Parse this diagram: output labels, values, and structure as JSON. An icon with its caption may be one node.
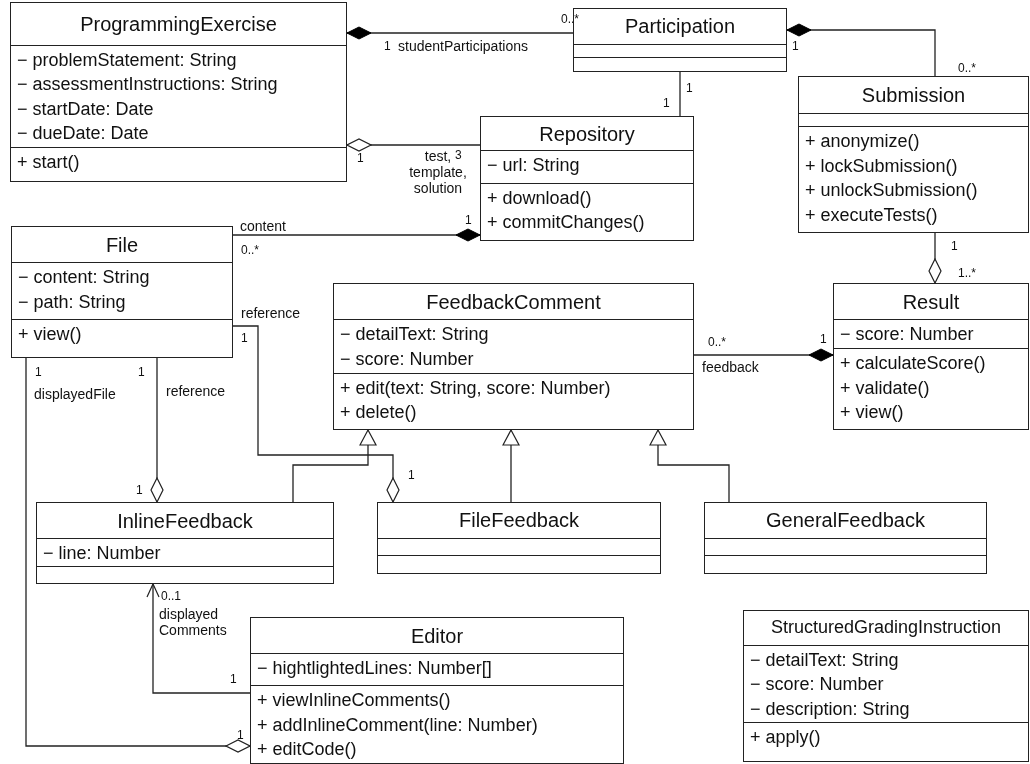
{
  "diagram": {
    "nodes": [
      {
        "text": [
          "ProgrammingExercise",
          "− problemStatement: String",
          "− assessmentInstructions: String",
          "− startDate: Date",
          "− dueDate: Date",
          "+ start()"
        ]
      },
      {
        "text": [
          "Participation"
        ]
      },
      {
        "text": [
          "Submission",
          "+ anonymize()",
          "+ lockSubmission()",
          "+ unlockSubmission()",
          "+ executeTests()"
        ]
      },
      {
        "text": [
          "Repository",
          "− url: String",
          "+ download()",
          "+ commitChanges()"
        ]
      },
      {
        "text": [
          "File",
          "− content: String",
          "− path: String",
          "+ view()"
        ]
      },
      {
        "text": [
          "FeedbackComment",
          "− detailText: String",
          "− score: Number",
          "+ edit(text: String, score: Number)",
          "+ delete()"
        ]
      },
      {
        "text": [
          "Result",
          "− score: Number",
          "+ calculateScore()",
          "+ validate()",
          "+ view()"
        ]
      },
      {
        "text": [
          "InlineFeedback",
          "− line: Number"
        ]
      },
      {
        "text": [
          "FileFeedback"
        ]
      },
      {
        "text": [
          "GeneralFeedback"
        ]
      },
      {
        "text": [
          "Editor",
          "− hightlightedLines: Number[]",
          "+ viewInlineComments()",
          "+ addInlineComment(line: Number)",
          "+ editCode()"
        ]
      },
      {
        "text": [
          "StructuredGradingInstruction",
          "− detailText: String",
          "− score: Number",
          "− description: String",
          "+ apply()"
        ]
      }
    ],
    "edges": [
      {
        "from": 1,
        "to": 0,
        "arrow": "other",
        "label": "studentParticipations"
      },
      {
        "from": 2,
        "to": 1,
        "arrow": "other"
      },
      {
        "from": 1,
        "to": 3,
        "arrow": "none"
      },
      {
        "from": 3,
        "to": 0,
        "arrow": "other",
        "label": "test, template, solution"
      },
      {
        "from": 4,
        "to": 3,
        "arrow": "other",
        "label": "content"
      },
      {
        "from": 2,
        "to": 6,
        "arrow": "other"
      },
      {
        "from": 5,
        "to": 6,
        "arrow": "other",
        "label": "feedback"
      },
      {
        "from": 7,
        "to": 5,
        "arrow": "to"
      },
      {
        "from": 8,
        "to": 5,
        "arrow": "to"
      },
      {
        "from": 9,
        "to": 5,
        "arrow": "to"
      },
      {
        "from": 4,
        "to": 7,
        "arrow": "other",
        "label": "reference"
      },
      {
        "from": 4,
        "to": 8,
        "arrow": "other",
        "label": "reference"
      },
      {
        "from": 4,
        "to": 10,
        "arrow": "other",
        "label": "displayedFile"
      },
      {
        "from": 10,
        "to": 7,
        "arrow": "to",
        "label": "displayed Comments"
      }
    ],
    "labels": [
      "0..*",
      "1",
      "1",
      "0..*",
      "1",
      "1",
      "1",
      "3",
      "1",
      "0..*",
      "1",
      "1..*",
      "1",
      "0..*",
      "1",
      "1",
      "1",
      "1",
      "1",
      "0..1",
      "1",
      "1"
    ]
  }
}
